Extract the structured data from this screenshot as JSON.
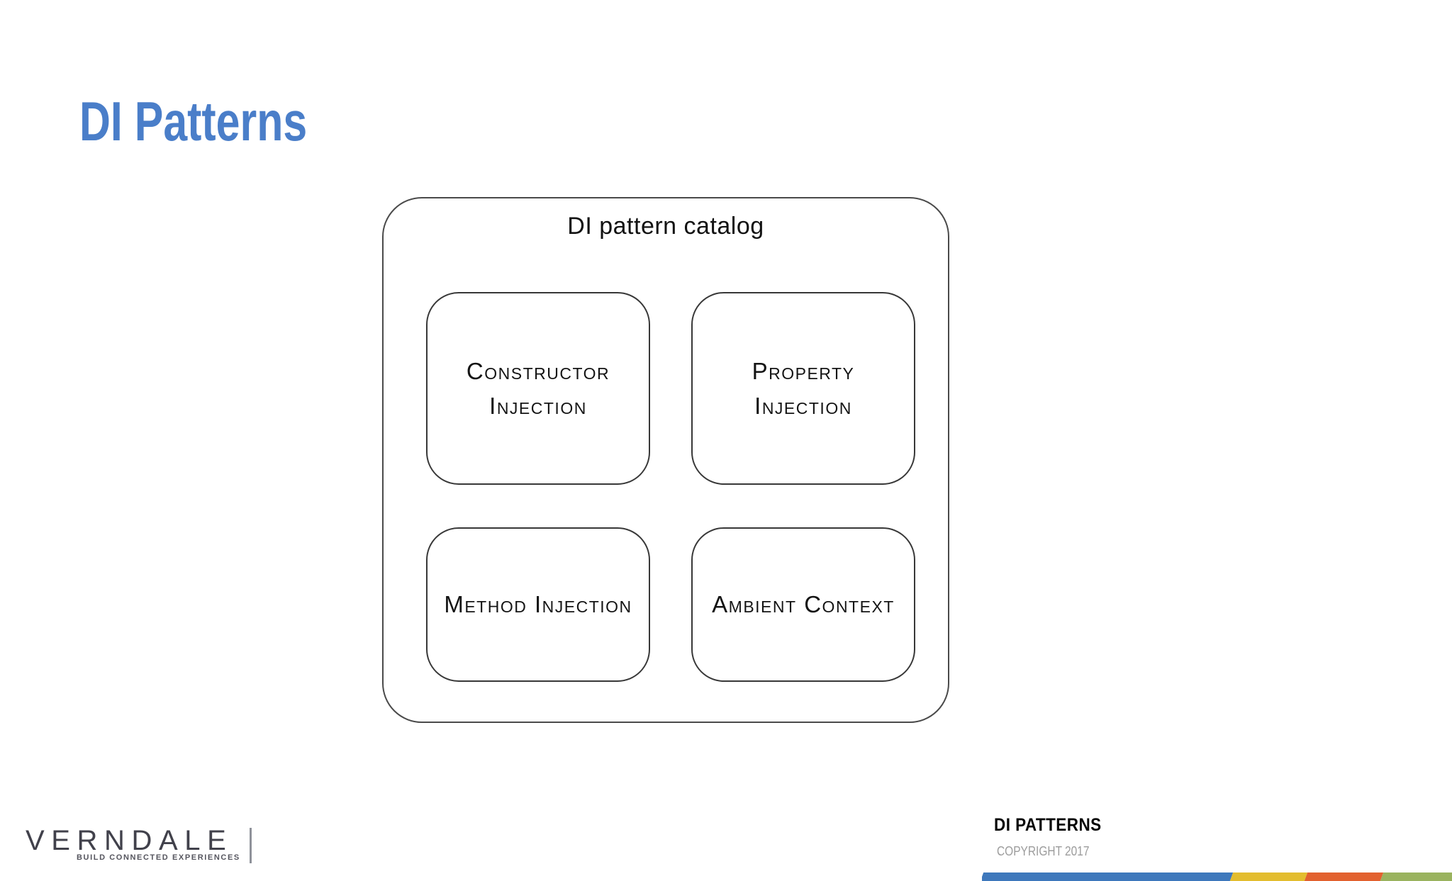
{
  "slide": {
    "title": "DI Patterns",
    "diagram": {
      "title": "DI pattern catalog",
      "boxes": {
        "constructor": {
          "line1": "Constructor",
          "line2": "Injection"
        },
        "property": {
          "line1": "Property",
          "line2": "Injection"
        },
        "method": {
          "label": "Method Injection"
        },
        "ambient": {
          "label": "Ambient Context"
        }
      }
    }
  },
  "footer": {
    "logo_text": "VERNDALE",
    "logo_tagline": "BUILD CONNECTED EXPERIENCES",
    "slide_name": "DI PATTERNS",
    "copyright": "COPYRIGHT 2017",
    "color_bar": {
      "blue": "#3e78bc",
      "yellow": "#e3bd2e",
      "orange": "#e2612e",
      "green": "#9ab35e"
    }
  },
  "colors": {
    "title_blue": "#4a7ec9",
    "diagram_stroke": "#4a4a4a",
    "logo_gray": "#41414b"
  }
}
